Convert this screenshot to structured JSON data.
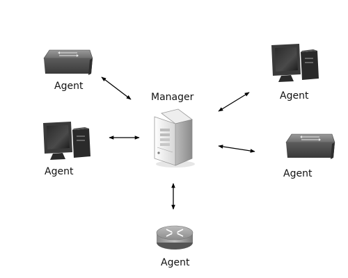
{
  "diagram": {
    "center": {
      "label": "Manager",
      "icon": "server-icon"
    },
    "nodes": [
      {
        "label": "Agent",
        "icon": "switch-icon"
      },
      {
        "label": "Agent",
        "icon": "workstation-icon"
      },
      {
        "label": "Agent",
        "icon": "workstation-icon"
      },
      {
        "label": "Agent",
        "icon": "switch-icon"
      },
      {
        "label": "Agent",
        "icon": "router-icon"
      }
    ],
    "link_style": "bidirectional-arrow"
  }
}
